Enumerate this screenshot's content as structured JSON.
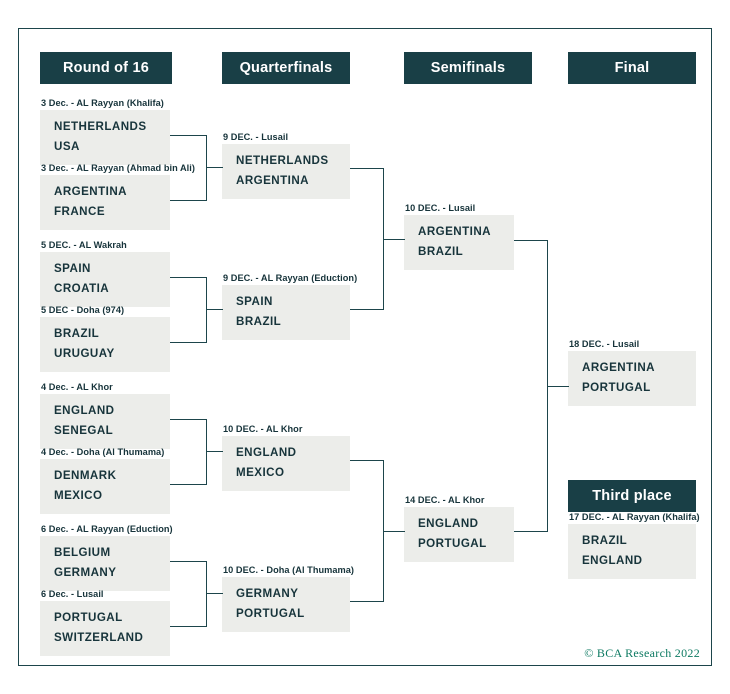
{
  "meta": {
    "copyright": "© BCA Research 2022"
  },
  "headers": [
    {
      "label": "Round of 16"
    },
    {
      "label": "Quarterfinals"
    },
    {
      "label": "Semifinals"
    },
    {
      "label": "Final"
    },
    {
      "label": "Third place"
    }
  ],
  "rounds": {
    "round_of_16": [
      {
        "date": "3 Dec. - AL Rayyan (Khalifa)",
        "team1": "NETHERLANDS",
        "team2": "USA"
      },
      {
        "date": "3 Dec. - AL Rayyan (Ahmad bin Ali)",
        "team1": "ARGENTINA",
        "team2": "FRANCE"
      },
      {
        "date": "5 DEC. - AL Wakrah",
        "team1": "SPAIN",
        "team2": "CROATIA"
      },
      {
        "date": "5 DEC - Doha (974)",
        "team1": "BRAZIL",
        "team2": "URUGUAY"
      },
      {
        "date": "4 Dec. - AL Khor",
        "team1": "ENGLAND",
        "team2": "SENEGAL"
      },
      {
        "date": "4 Dec. - Doha (Al Thumama)",
        "team1": "DENMARK",
        "team2": "MEXICO"
      },
      {
        "date": "6 Dec. - AL Rayyan (Eduction)",
        "team1": "BELGIUM",
        "team2": "GERMANY"
      },
      {
        "date": "6 Dec. - Lusail",
        "team1": "PORTUGAL",
        "team2": "SWITZERLAND"
      }
    ],
    "quarterfinals": [
      {
        "date": "9 DEC. - Lusail",
        "team1": "NETHERLANDS",
        "team2": "ARGENTINA"
      },
      {
        "date": "9 DEC. - AL Rayyan (Eduction)",
        "team1": "SPAIN",
        "team2": "BRAZIL"
      },
      {
        "date": "10 DEC. - AL Khor",
        "team1": "ENGLAND",
        "team2": "MEXICO"
      },
      {
        "date": "10 DEC. - Doha (Al Thumama)",
        "team1": "GERMANY",
        "team2": "PORTUGAL"
      }
    ],
    "semifinals": [
      {
        "date": "10 DEC. - Lusail",
        "team1": "ARGENTINA",
        "team2": "BRAZIL"
      },
      {
        "date": "14 DEC. - AL Khor",
        "team1": "ENGLAND",
        "team2": "PORTUGAL"
      }
    ],
    "final": [
      {
        "date": "18 DEC. - Lusail",
        "team1": "ARGENTINA",
        "team2": "PORTUGAL"
      }
    ],
    "third_place": [
      {
        "date": "17 DEC. - AL Rayyan (Khalifa)",
        "team1": "BRAZIL",
        "team2": "ENGLAND"
      }
    ]
  },
  "colors": {
    "header_bg": "#193f46",
    "box_bg": "#ecedea",
    "text": "#17343b",
    "line": "#1d454b",
    "brand": "#0d7a62"
  }
}
